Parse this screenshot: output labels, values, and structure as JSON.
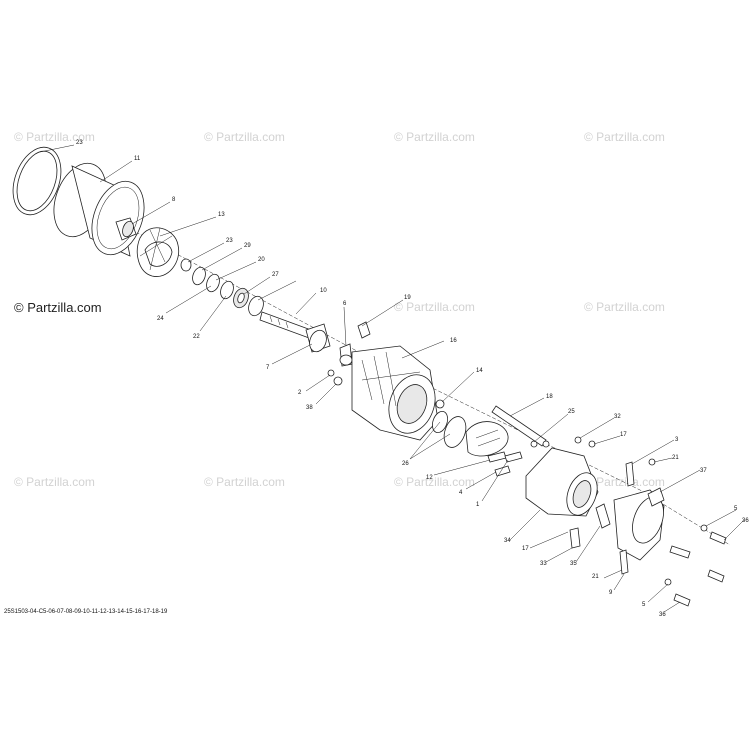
{
  "watermarks": {
    "main": "© Partzilla.com",
    "repeat": "© Partzilla.com"
  },
  "footer_code": "25S1503-04-C5-06-07-08-09-10-11-12-13-14-15-16-17-18-19",
  "callouts": {
    "c23a": "23",
    "c11a": "11",
    "c8": "8",
    "c13": "13",
    "c23b": "23",
    "c29": "29",
    "c20": "20",
    "c27": "27",
    "c10": "10",
    "c24": "24",
    "c22": "22",
    "c7": "7",
    "c6": "6",
    "c19": "19",
    "c16": "16",
    "c2": "2",
    "c38": "38",
    "c14": "14",
    "c26": "26",
    "c12": "12",
    "c4": "4",
    "c1": "1",
    "c18": "18",
    "c25": "25",
    "c32": "32",
    "c17a": "17",
    "c3": "3",
    "c21a": "21",
    "c37": "37",
    "c34": "34",
    "c17b": "17",
    "c33": "33",
    "c35": "35",
    "c21b": "21",
    "c5a": "5",
    "c36a": "36",
    "c5b": "5",
    "c36b": "36",
    "c9": "9"
  }
}
